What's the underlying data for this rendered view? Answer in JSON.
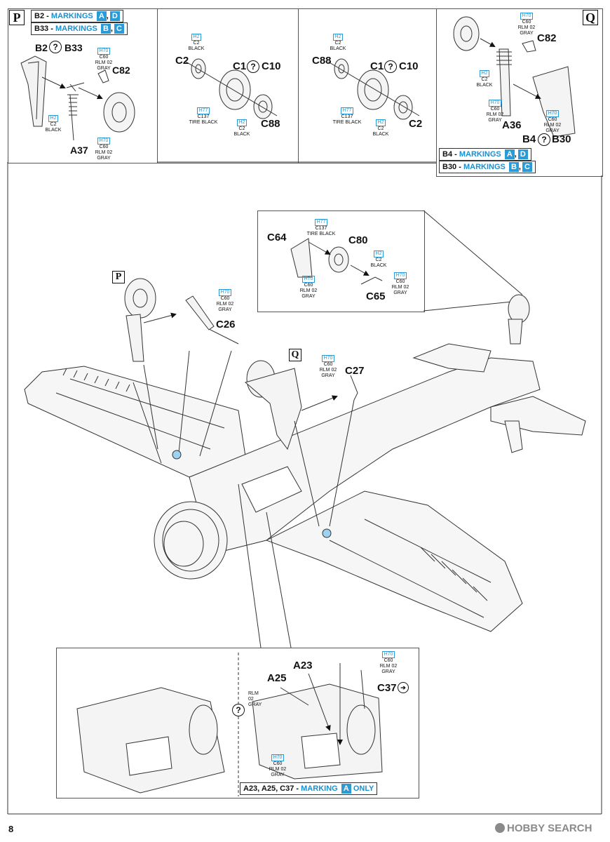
{
  "page_number": "8",
  "watermark": "HOBBY SEARCH",
  "top_left_panel": {
    "tag": "P",
    "header_line1_prefix": "B2 - ",
    "header_line1_word": "MARKINGS",
    "header_line1_boxes": [
      "A",
      "D"
    ],
    "header_line2_prefix": "B33 - ",
    "header_line2_word": "MARKINGS",
    "header_line2_boxes": [
      "B",
      "C"
    ],
    "parts": {
      "b2": "B2",
      "b33": "B33",
      "c82": "C82",
      "a37": "A37"
    },
    "callouts": [
      {
        "h": "H70",
        "c": "C60",
        "name": "RLM 02 GRAY"
      },
      {
        "h": "H2",
        "c": "C2",
        "name": "BLACK"
      },
      {
        "h": "H70",
        "c": "C60",
        "name": "RLM 02 GRAY"
      }
    ]
  },
  "top_mid1_panel": {
    "parts": {
      "c2": "C2",
      "c1": "C1",
      "c10": "C10",
      "c88": "C88"
    },
    "callouts": [
      {
        "h": "H2",
        "c": "C2",
        "name": "BLACK"
      },
      {
        "h": "H77",
        "c": "C137",
        "name": "TIRE BLACK"
      },
      {
        "h": "H2",
        "c": "C2",
        "name": "BLACK"
      }
    ]
  },
  "top_mid2_panel": {
    "parts": {
      "c88": "C88",
      "c1": "C1",
      "c10": "C10",
      "c2": "C2"
    },
    "callouts": [
      {
        "h": "H2",
        "c": "C2",
        "name": "BLACK"
      },
      {
        "h": "H77",
        "c": "C137",
        "name": "TIRE BLACK"
      },
      {
        "h": "H2",
        "c": "C2",
        "name": "BLACK"
      }
    ]
  },
  "top_right_panel": {
    "tag": "Q",
    "header_line1_prefix": "B4 - ",
    "header_line1_word": "MARKINGS",
    "header_line1_boxes": [
      "A",
      "D"
    ],
    "header_line2_prefix": "B30 - ",
    "header_line2_word": "MARKINGS",
    "header_line2_boxes": [
      "B",
      "C"
    ],
    "parts": {
      "c82": "C82",
      "a36": "A36",
      "b4": "B4",
      "b30": "B30"
    },
    "callouts": [
      {
        "h": "H70",
        "c": "C60",
        "name": "RLM 02 GRAY"
      },
      {
        "h": "H2",
        "c": "C2",
        "name": "BLACK"
      },
      {
        "h": "H70",
        "c": "C60",
        "name": "RLM 02 GRAY"
      },
      {
        "h": "H70",
        "c": "C60",
        "name": "RLM 02 GRAY"
      }
    ]
  },
  "tail_wheel_panel": {
    "parts": {
      "c64": "C64",
      "c80": "C80",
      "c65": "C65"
    },
    "callouts": [
      {
        "h": "H77",
        "c": "C137",
        "name": "TIRE BLACK"
      },
      {
        "h": "H2",
        "c": "C2",
        "name": "BLACK"
      },
      {
        "h": "H70",
        "c": "C60",
        "name": "RLM 02 GRAY"
      },
      {
        "h": "H70",
        "c": "C60",
        "name": "RLM 02 GRAY"
      }
    ]
  },
  "main_view": {
    "tag_p": "P",
    "tag_q": "Q",
    "parts": {
      "c26": "C26",
      "c27": "C27"
    },
    "callouts": [
      {
        "h": "H70",
        "c": "C60",
        "name": "RLM 02 GRAY"
      },
      {
        "h": "H70",
        "c": "C60",
        "name": "RLM 02 GRAY"
      }
    ]
  },
  "bottom_panel": {
    "parts": {
      "a23": "A23",
      "a25": "A25",
      "c37": "C37"
    },
    "callouts": [
      {
        "h": "H70",
        "c": "C60",
        "name": "RLM 02 GRAY"
      },
      {
        "h": "H70",
        "c": "C60",
        "name": "RLM 02 GRAY"
      }
    ],
    "partial_callout_fragments": [
      "RLM 02",
      "GRAY"
    ],
    "footer_prefix": "A23, A25, C37 - ",
    "footer_word": "MARKING",
    "footer_box": "A",
    "footer_suffix": "ONLY"
  },
  "colors": {
    "accent": "#2a9bd6",
    "line": "#333333",
    "surface": "#f4f4f4"
  }
}
